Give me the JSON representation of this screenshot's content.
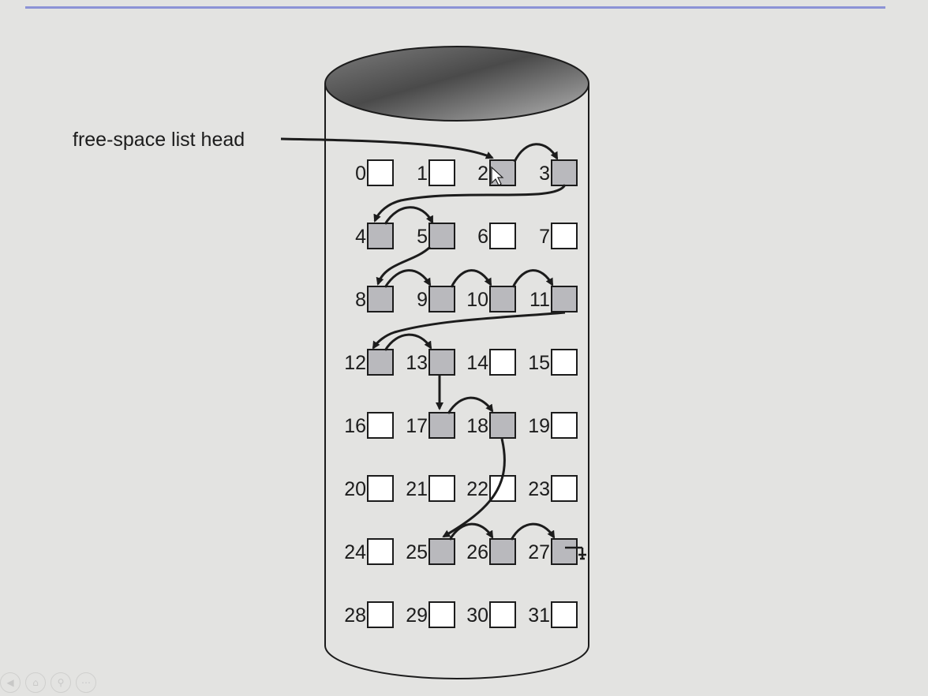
{
  "head_label": "free-space list head",
  "block_labels": [
    "0",
    "1",
    "2",
    "3",
    "4",
    "5",
    "6",
    "7",
    "8",
    "9",
    "10",
    "11",
    "12",
    "13",
    "14",
    "15",
    "16",
    "17",
    "18",
    "19",
    "20",
    "21",
    "22",
    "23",
    "24",
    "25",
    "26",
    "27",
    "28",
    "29",
    "30",
    "31"
  ],
  "free_blocks": [
    2,
    3,
    4,
    5,
    8,
    9,
    10,
    11,
    12,
    13,
    17,
    18,
    25,
    26,
    27
  ],
  "colors": {
    "background": "#e3e3e1",
    "slide_rule": "#8c93d6",
    "free_block_fill": "#b9b9bd",
    "empty_block_fill": "#ffffff",
    "outline": "#1c1c1c"
  },
  "icons": [
    "cursor-arrow-icon",
    "list-end-ground-icon"
  ],
  "viewer_controls": [
    "prev-control-icon",
    "home-control-icon",
    "zoom-control-icon",
    "more-control-icon"
  ]
}
